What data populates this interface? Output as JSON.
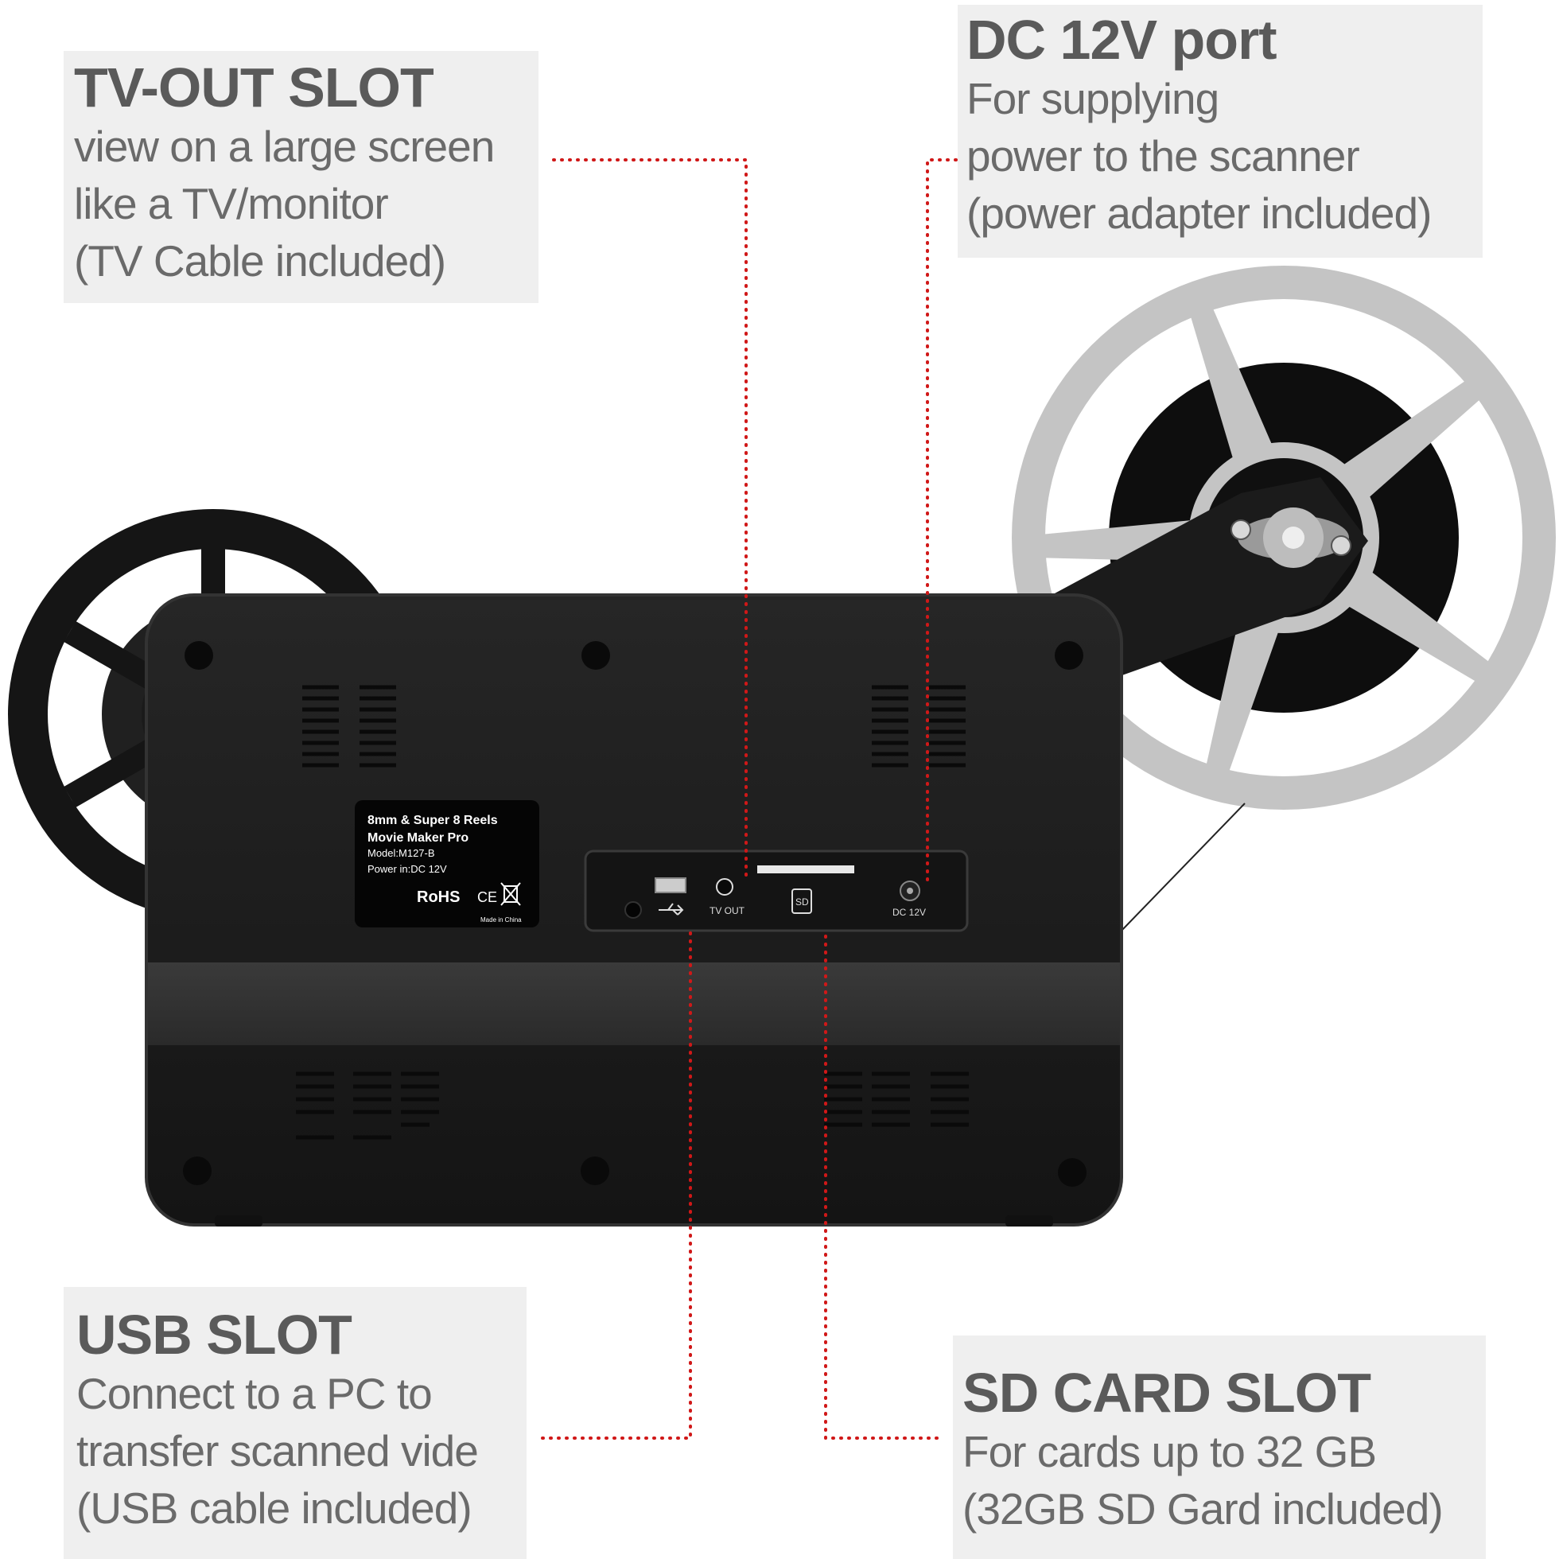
{
  "callouts": {
    "tv_out": {
      "title": "TV-OUT SLOT",
      "lines": [
        "view on a large screen",
        "like a TV/monitor",
        "(TV Cable included)"
      ]
    },
    "dc": {
      "title": "DC 12V port",
      "lines": [
        "For supplying",
        "power to the scanner",
        "(power adapter included)"
      ]
    },
    "usb": {
      "title": "USB SLOT",
      "lines": [
        "Connect to a PC to",
        "transfer scanned vide",
        "(USB cable included)"
      ]
    },
    "sd": {
      "title": "SD CARD SLOT",
      "lines": [
        "For cards up to 32 GB",
        "(32GB SD Gard included)"
      ]
    }
  },
  "device_label": {
    "line1": "8mm & Super 8 Reels",
    "line2": "Movie Maker Pro",
    "line3": "Model:M127-B",
    "line4": "Power in:DC 12V",
    "rohs": "RoHS",
    "ce": "CE",
    "made_in": "Made in China"
  },
  "ports": {
    "tv_out": "TV OUT",
    "sd": "SD",
    "dc": "DC 12V"
  },
  "colors": {
    "callout_bg": "#efefef",
    "leader_line": "#d01818",
    "device_body": "#1c1c1c",
    "reel_gray": "#c8c8c8"
  },
  "icons": [
    "usb-icon",
    "recycle-bin-icon",
    "ce-mark-icon"
  ]
}
